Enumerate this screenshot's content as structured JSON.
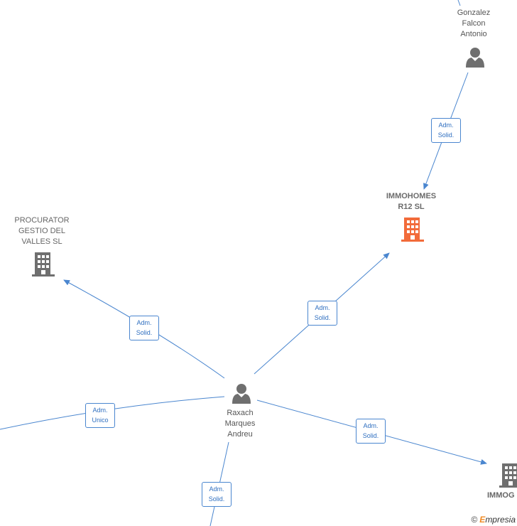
{
  "nodes": {
    "gonzalez": {
      "label": "Gonzalez\nFalcon\nAntonio",
      "icon": "person-icon"
    },
    "immohomes": {
      "label": "IMMOHOMES\nR12  SL",
      "icon": "building-icon"
    },
    "procurator": {
      "label": "PROCURATOR\nGESTIO DEL\nVALLES  SL",
      "icon": "building-icon"
    },
    "raxach": {
      "label": "Raxach\nMarques\nAndreu",
      "icon": "person-icon"
    },
    "immog": {
      "label": "IMMOG",
      "icon": "building-icon"
    }
  },
  "edges": {
    "e1": "Adm.\nSolid.",
    "e2": "Adm.\nSolid.",
    "e3": "Adm.\nSolid.",
    "e4": "Adm.\nUnico",
    "e5": "Adm.\nSolid.",
    "e6": "Adm.\nSolid."
  },
  "colors": {
    "edge": "#4a86cf",
    "main_company": "#f26b3a",
    "company": "#6f6f6f",
    "person": "#6f6f6f"
  },
  "brand": {
    "symbol": "©",
    "name_initial": "E",
    "name_rest": "mpresia"
  }
}
